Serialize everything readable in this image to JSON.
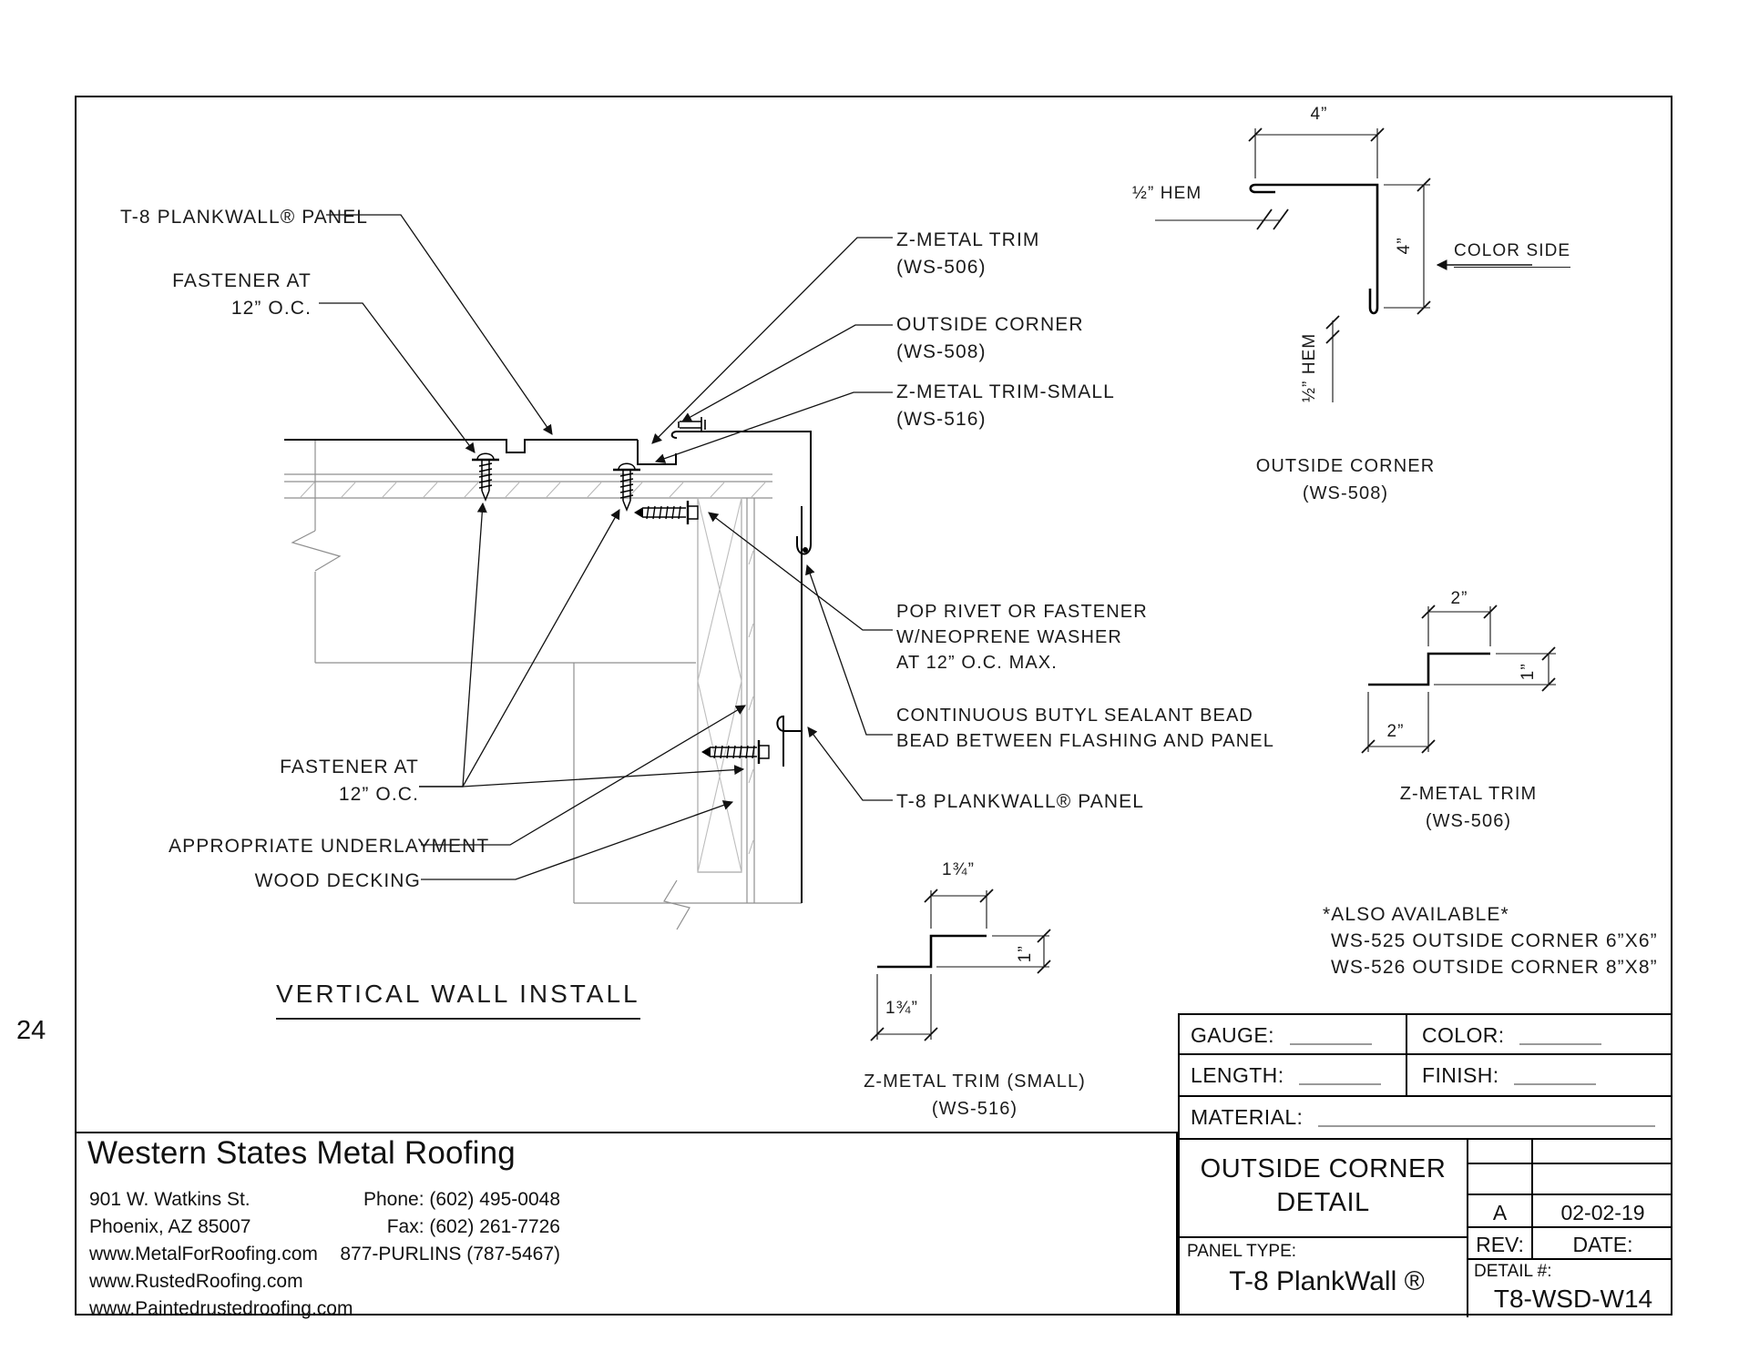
{
  "page": {
    "number": "24"
  },
  "labels": {
    "panel_top": "T-8 PLANKWALL® PANEL",
    "fastener_1": "FASTENER AT",
    "fastener_2": "12” O.C.",
    "z506_1": "Z-METAL TRIM",
    "z506_2": "(WS-506)",
    "oc508_1": "OUTSIDE CORNER",
    "oc508_2": "(WS-508)",
    "z516_1": "Z-METAL TRIM-SMALL",
    "z516_2": "(WS-516)",
    "pop_1": "POP RIVET OR FASTENER",
    "pop_2": "W/NEOPRENE WASHER",
    "pop_3": "AT 12” O.C. MAX.",
    "butyl_1": "CONTINUOUS BUTYL SEALANT BEAD",
    "butyl_2": "BEAD BETWEEN FLASHING AND PANEL",
    "panel_right": "T-8 PLANKWALL® PANEL",
    "underlayment": "APPROPRIATE UNDERLAYMENT",
    "wood_decking": "WOOD DECKING",
    "view_title": "VERTICAL WALL INSTALL"
  },
  "corner_profile": {
    "dim_top": "4”",
    "dim_side": "4”",
    "hem_top": "½” HEM",
    "hem_bottom": "½” HEM",
    "color_side": "COLOR SIDE",
    "caption_1": "OUTSIDE CORNER",
    "caption_2": "(WS-508)"
  },
  "z506_profile": {
    "dim_top": "2”",
    "dim_bottom": "2”",
    "dim_side": "1”",
    "caption_1": "Z-METAL TRIM",
    "caption_2": "(WS-506)"
  },
  "z516_profile": {
    "dim_top": "1¾”",
    "dim_bottom": "1¾”",
    "dim_side": "1”",
    "caption_1": "Z-METAL TRIM (SMALL)",
    "caption_2": "(WS-516)"
  },
  "also_available": {
    "header": "*ALSO AVAILABLE*",
    "item_1": "WS-525 OUTSIDE CORNER 6”X6”",
    "item_2": "WS-526 OUTSIDE CORNER 8”X8”"
  },
  "title_block": {
    "gauge": "GAUGE:",
    "color": "COLOR:",
    "length": "LENGTH:",
    "finish": "FINISH:",
    "material": "MATERIAL:",
    "title_1": "OUTSIDE CORNER",
    "title_2": "DETAIL",
    "panel_type_label": "PANEL TYPE:",
    "panel_type": "T-8 PlankWall ®",
    "rev_letter": "A",
    "rev_date": "02-02-19",
    "rev_label": "REV:",
    "date_label": "DATE:",
    "detail_no_label": "DETAIL #:",
    "detail_no": "T8-WSD-W14"
  },
  "company": {
    "name": "Western States Metal Roofing",
    "addr1": "901 W. Watkins St.",
    "addr2": "Phoenix, AZ 85007",
    "web1": "www.MetalForRoofing.com",
    "web2": "www.RustedRoofing.com",
    "web3": "www.Paintedrustedroofing.com",
    "phone": "Phone: (602) 495-0048",
    "fax": "Fax: (602) 261-7726",
    "hotline": "877-PURLINS (787-5467)"
  }
}
